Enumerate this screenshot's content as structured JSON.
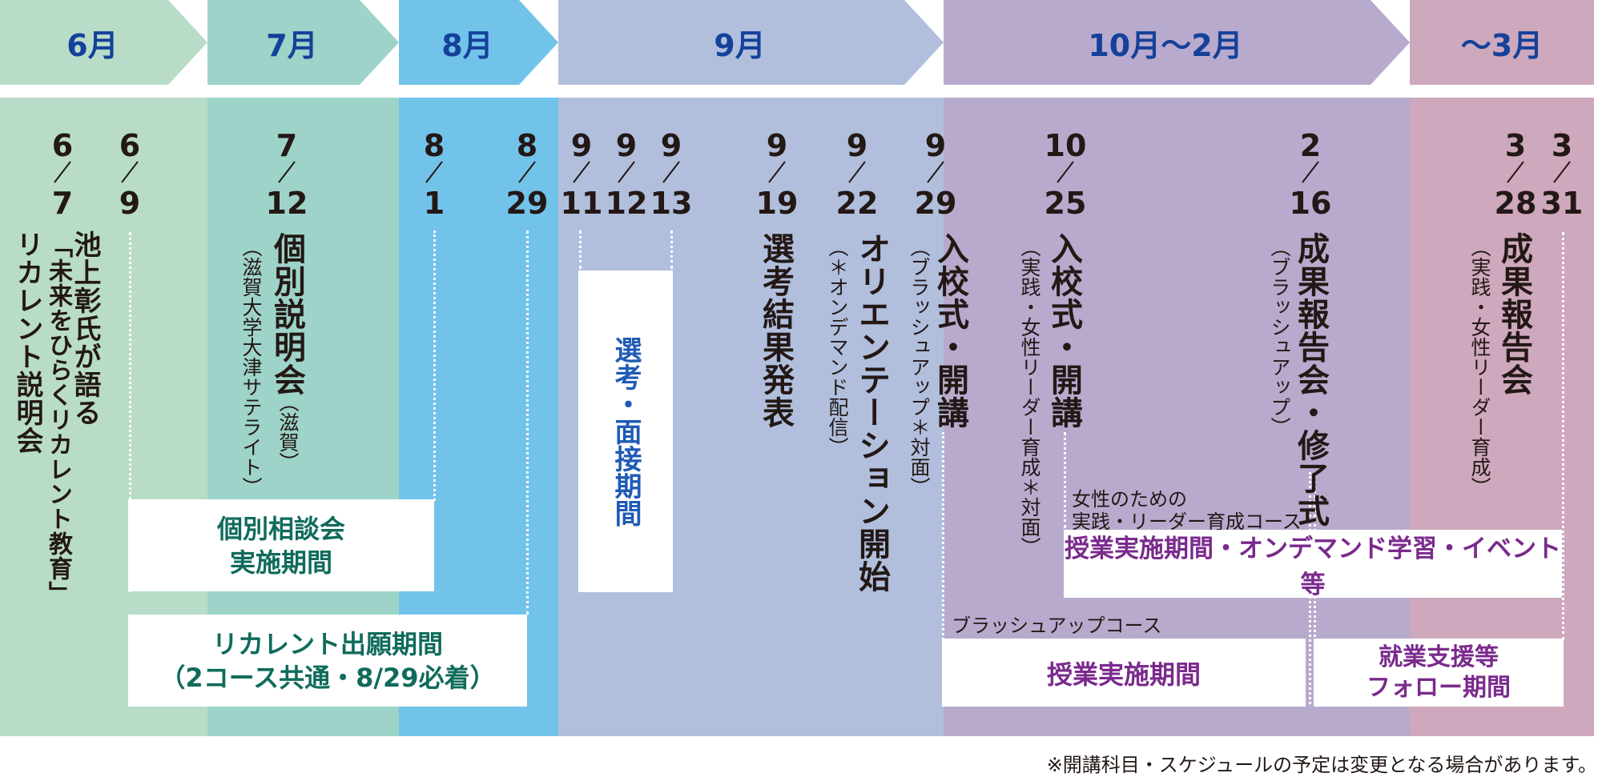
{
  "months": [
    "6月",
    "7月",
    "8月",
    "9月",
    "10月〜2月",
    "〜3月"
  ],
  "dates": [
    {
      "m": "6",
      "d": "7"
    },
    {
      "m": "6",
      "d": "9"
    },
    {
      "m": "7",
      "d": "12"
    },
    {
      "m": "8",
      "d": "1"
    },
    {
      "m": "8",
      "d": "29"
    },
    {
      "m": "9",
      "d": "11"
    },
    {
      "m": "9",
      "d": "12"
    },
    {
      "m": "9",
      "d": "13"
    },
    {
      "m": "9",
      "d": "19"
    },
    {
      "m": "9",
      "d": "22"
    },
    {
      "m": "9",
      "d": "29"
    },
    {
      "m": "10",
      "d": "25"
    },
    {
      "m": "2",
      "d": "16"
    },
    {
      "m": "3",
      "d": "28"
    },
    {
      "m": "3",
      "d": "31"
    }
  ],
  "events": {
    "e1_line1": "池上彰氏が語る",
    "e1_line2": "「未来をひらくリカレント教育」",
    "e1_line3": "リカレント説明会",
    "e2_main": "個別説明会",
    "e2_sub1": "（滋賀）",
    "e2_sub2": "（滋賀大学大津サテライト）",
    "e3": "選考結果発表",
    "e4_main": "オリエンテーション開始",
    "e4_sub": "（＊オンデマンド配信）",
    "e5_main": "入校式・開講",
    "e5_sub": "（ブラッシュアップ＊対面）",
    "e6_main": "入校式・開講",
    "e6_sub": "（実践・女性リーダー育成＊対面）",
    "e7_main": "成果報告会・修了式",
    "e7_sub": "（ブラッシュアップ）",
    "e8_main": "成果報告会",
    "e8_sub": "（実践・女性リーダー育成）"
  },
  "boxes": {
    "consult_l1": "個別相談会",
    "consult_l2": "実施期間",
    "apply_l1": "リカレント出願期間",
    "apply_l2": "（2コース共通・8/29必着）",
    "interview": "選考・面接期間",
    "women_label_l1": "女性のための",
    "women_label_l2": "実践・リーダー育成コース",
    "women_box": "授業実施期間・オンデマンド学習・イベント等",
    "brush_label": "ブラッシュアップコース",
    "brush_box": "授業実施期間",
    "support_l1": "就業支援等",
    "support_l2": "フォロー期間"
  },
  "note": "※開講科目・スケジュールの予定は変更となる場合があります。",
  "colors": {
    "june": "#b8dcc8",
    "july": "#9dd3c8",
    "august": "#72c3ea",
    "september": "#b1bfdd",
    "oct_feb": "#b8aacd",
    "march": "#cea8bd",
    "month_text": "#14419a"
  }
}
